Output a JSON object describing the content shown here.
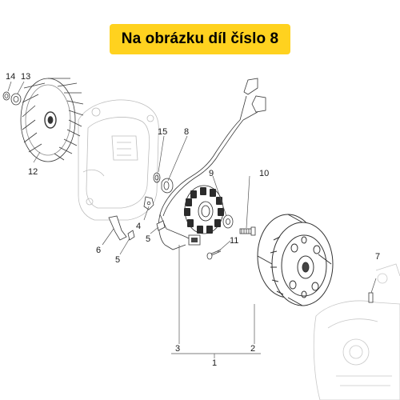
{
  "banner": {
    "text": "Na obrázku díl číslo 8",
    "color": "#ffd21f"
  },
  "callouts": {
    "c1": "1",
    "c2": "2",
    "c3": "3",
    "c4": "4",
    "c5a": "5",
    "c5b": "5",
    "c6": "6",
    "c7": "7",
    "c8": "8",
    "c9": "9",
    "c10": "10",
    "c11": "11",
    "c12": "12",
    "c13": "13",
    "c14": "14",
    "c15": "15"
  },
  "parts": {
    "fan": "cooling-fan",
    "housing": "crankcase-cover",
    "wiring": "wiring-harness",
    "stator": "stator",
    "rotor": "flywheel-rotor"
  }
}
